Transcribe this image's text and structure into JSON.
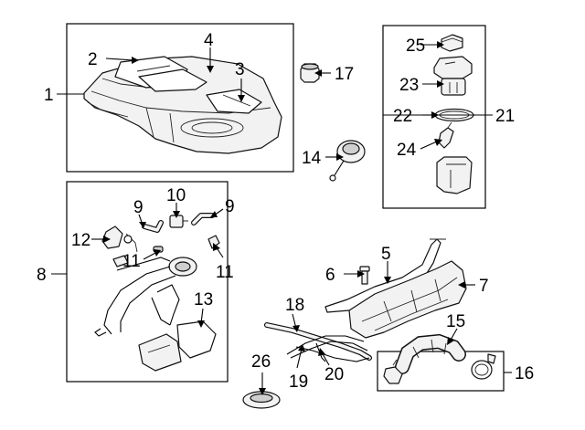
{
  "diagram": {
    "title": "Fuel tank components exploded view",
    "callouts": [
      {
        "id": "c1",
        "label": "1"
      },
      {
        "id": "c2",
        "label": "2"
      },
      {
        "id": "c3",
        "label": "3"
      },
      {
        "id": "c4",
        "label": "4"
      },
      {
        "id": "c5",
        "label": "5"
      },
      {
        "id": "c6",
        "label": "6"
      },
      {
        "id": "c7",
        "label": "7"
      },
      {
        "id": "c8",
        "label": "8"
      },
      {
        "id": "c9a",
        "label": "9"
      },
      {
        "id": "c9b",
        "label": "9"
      },
      {
        "id": "c10",
        "label": "10"
      },
      {
        "id": "c11a",
        "label": "11"
      },
      {
        "id": "c11b",
        "label": "11"
      },
      {
        "id": "c12",
        "label": "12"
      },
      {
        "id": "c13",
        "label": "13"
      },
      {
        "id": "c14",
        "label": "14"
      },
      {
        "id": "c15",
        "label": "15"
      },
      {
        "id": "c16",
        "label": "16"
      },
      {
        "id": "c17",
        "label": "17"
      },
      {
        "id": "c18",
        "label": "18"
      },
      {
        "id": "c19",
        "label": "19"
      },
      {
        "id": "c20",
        "label": "20"
      },
      {
        "id": "c21",
        "label": "21"
      },
      {
        "id": "c22",
        "label": "22"
      },
      {
        "id": "c23",
        "label": "23"
      },
      {
        "id": "c24",
        "label": "24"
      },
      {
        "id": "c25",
        "label": "25"
      },
      {
        "id": "c26",
        "label": "26"
      }
    ]
  }
}
